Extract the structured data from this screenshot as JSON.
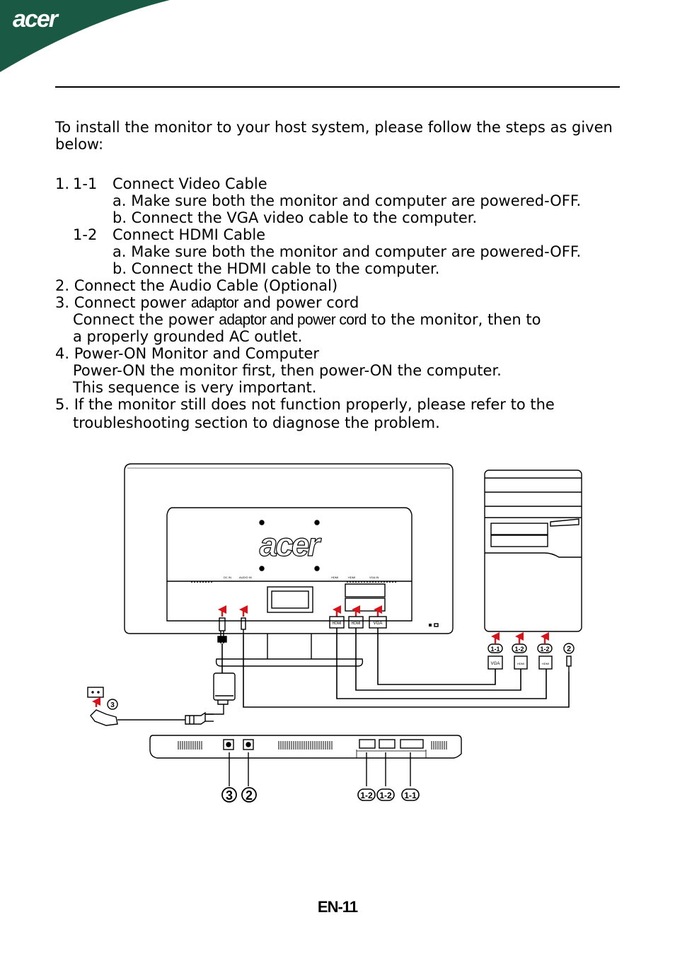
{
  "brand": {
    "logo_text": "acer"
  },
  "intro": "To install the monitor to your host system, please follow the steps as given below:",
  "intro_line1": "To install the monitor to your host system, please follow the steps as given",
  "intro_line2": "below:",
  "steps": {
    "s1_num": "1.",
    "s1_1": {
      "num": "1-1",
      "title": "Connect Video Cable",
      "a": "a. Make sure both the monitor and computer are powered-OFF.",
      "b": "b. Connect the VGA video cable to the computer."
    },
    "s1_2": {
      "num": "1-2",
      "title": "Connect HDMI Cable",
      "a": "a. Make sure both the monitor and computer are powered-OFF.",
      "b": "b. Connect the HDMI cable to the computer."
    },
    "s2": "2. Connect the Audio Cable (Optional)",
    "s3_prefix": "3. Connect power ",
    "s3_narrow": "adaptor",
    "s3_suffix": " and power cord",
    "s3_l2_prefix": "Connect the power ",
    "s3_l2_narrow": "adaptor and power cord",
    "s3_l2_suffix": " to the monitor, then to",
    "s3_l3": "a properly grounded AC outlet.",
    "s4": "4. Power-ON Monitor and Computer",
    "s4_l2": "Power-ON the monitor first, then power-ON the computer.",
    "s4_l3": "This sequence is very important.",
    "s5": "5. If the monitor still does not function properly, please refer to the",
    "s5_l2": "troubleshooting section to diagnose the problem."
  },
  "diagram": {
    "monitor_logo": "acer",
    "port_labels": [
      "DC IN",
      "AUDIO IN",
      "HDMI",
      "HDMI",
      "VGA IN"
    ],
    "connector_labels": [
      "HDMI",
      "HDMI",
      "VGA"
    ],
    "pc_connector_labels": [
      "VGA",
      "HDMI",
      "HDMI"
    ],
    "callouts_top": [
      "1-1",
      "1-2",
      "1-2",
      "2"
    ],
    "callout_power": "3",
    "callouts_bottom": [
      "3",
      "2",
      "1-2",
      "1-2",
      "1-1"
    ]
  },
  "footer": {
    "page_number": "EN-11"
  },
  "colors": {
    "brand_green": "#1a5a45",
    "arrow_red": "#d6141c"
  }
}
